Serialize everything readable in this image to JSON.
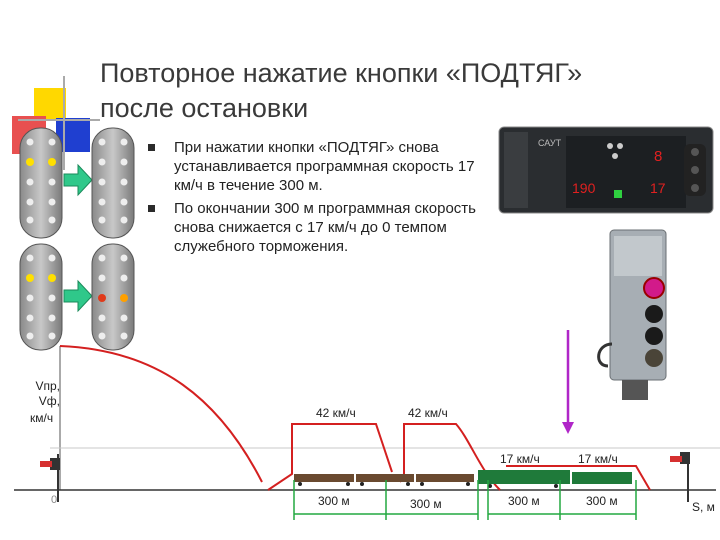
{
  "slide": {
    "title_line1": "Повторное нажатие кнопки «ПОДТЯГ»",
    "title_line2": "после остановки",
    "bullets": [
      "При нажатии кнопки «ПОДТЯГ» снова устанавливается программная скорость 17 км/ч в течение 300 м.",
      "По окончании 300 м программная скорость снова снижается с 17 км/ч до 0 темпом служебного торможения."
    ]
  },
  "display": {
    "left_value": "190",
    "right_top_value": "8",
    "right_bottom_value": "17"
  },
  "diagram": {
    "y_label_1": "Vпр,",
    "y_label_2": "Vф,",
    "y_label_3": "км/ч",
    "origin_label": "0",
    "x_label": "S, м",
    "speed_label_1": "42 км/ч",
    "speed_label_2": "42 км/ч",
    "speed_label_3": "17 км/ч",
    "speed_label_4": "17 км/ч",
    "dist_label_1": "300 м",
    "dist_label_2": "300 м",
    "dist_label_3": "300 м",
    "dist_label_4": "300 м"
  },
  "colors": {
    "curve": "#d42020",
    "measure": "#22a840",
    "pointer": "#b026c8",
    "accent_yellow": "#ffd800",
    "accent_blue": "#1f3fd0",
    "accent_red": "#d63030"
  }
}
